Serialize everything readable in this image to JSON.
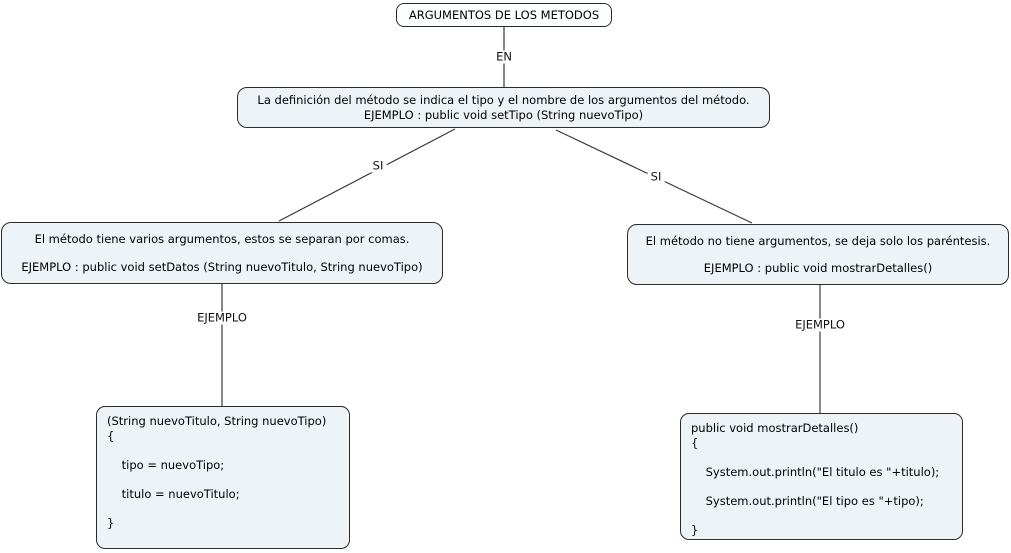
{
  "title_node": {
    "label": "ARGUMENTOS DE LOS METODOS"
  },
  "link_labels": {
    "en": "EN",
    "si_left": "SI",
    "si_right": "SI",
    "ejemplo_left": "EJEMPLO",
    "ejemplo_right": "EJEMPLO"
  },
  "definition_node": {
    "line1": "La definición del método se indica el tipo y el nombre de los argumentos del método.",
    "line2": "EJEMPLO : public void setTipo (String nuevoTipo)"
  },
  "multiple_args_node": {
    "line1": "El método tiene varios argumentos, estos se separan por comas.",
    "line2": "EJEMPLO : public void setDatos (String nuevoTitulo, String nuevoTipo)"
  },
  "no_args_node": {
    "line1": "El método no tiene argumentos, se deja solo los paréntesis.",
    "line2": "EJEMPLO : public void mostrarDetalles()"
  },
  "code_left_node": {
    "text": "(String nuevoTitulo, String nuevoTipo)\n{\n\n    tipo = nuevoTipo;\n\n    titulo = nuevoTitulo;\n\n}"
  },
  "code_right_node": {
    "text": "public void mostrarDetalles()\n{\n\n    System.out.println(\"El titulo es \"+titulo);\n\n    System.out.println(\"El tipo es \"+tipo);\n\n}"
  },
  "colors": {
    "node_fill": "#edf3f6",
    "root_fill": "#fdfeff",
    "node_border": "#2b2b2b",
    "connector": "#3a3a3a",
    "background": "#ffffff"
  }
}
